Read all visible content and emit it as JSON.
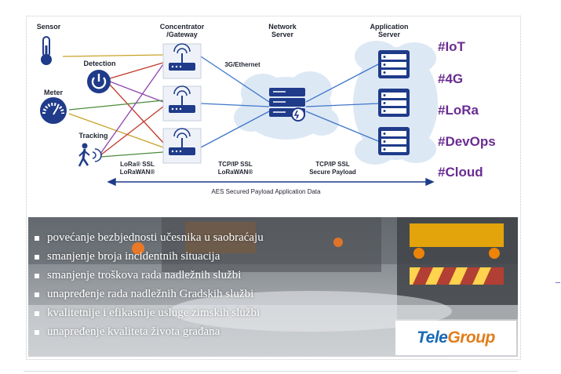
{
  "diagram": {
    "labels": {
      "sensor": "Sensor",
      "concentrator": "Concentrator\n/Gateway",
      "network_server": "Network\nServer",
      "application_server": "Application\nServer",
      "detection": "Detection",
      "meter": "Meter",
      "tracking": "Tracking",
      "eth": "3G/Ethernet",
      "lora_ssl": "LoRa® SSL\nLoRaWAN®",
      "tcp_ssl_lorawan": "TCP/IP SSL\nLoRaWAN®",
      "tcp_ssl_payload": "TCP/IP SSL\nSecure Payload",
      "aes": "AES Secured Payload Application Data"
    },
    "colors": {
      "node": "#1f3b8a",
      "cloud": "#dde8f5",
      "link_gold": "#c9a227",
      "link_red": "#c0392b",
      "link_green": "#4a8c3a",
      "link_purple": "#8e44ad",
      "link_blue": "#3f76c9"
    }
  },
  "hashtags": [
    "#IoT",
    "#4G",
    "#LoRa",
    "#DevOps",
    "#Cloud"
  ],
  "bullets": [
    "povećanje bezbjednosti učesnika u saobraćaju",
    "smanjenje broja incidentnih situacija",
    "smanjenje troškova rada nadležnih službi",
    "unapređenje rada nadležnih Gradskih službi",
    "kvalitetnije i efikasnije usluge zimskih službi",
    "unapređenje kvaliteta života građana"
  ],
  "logo": {
    "tele": "Tele",
    "group": "Group"
  }
}
